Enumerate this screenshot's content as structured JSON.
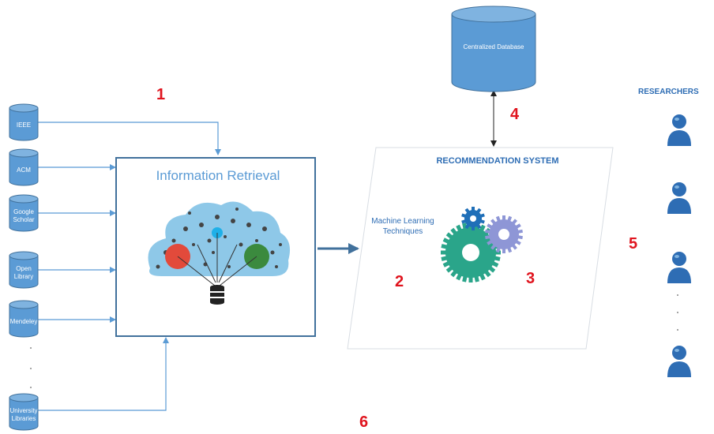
{
  "sources": [
    {
      "label": "IEEE"
    },
    {
      "label": "ACM"
    },
    {
      "label": "Google Scholar"
    },
    {
      "label": "Open Library"
    },
    {
      "label": "Mendeley"
    },
    {
      "label": "University Libraries"
    }
  ],
  "information_retrieval": {
    "title": "Information Retrieval"
  },
  "centralized_db": {
    "label": "Centralized Database"
  },
  "recommendation_system": {
    "title": "RECOMMENDATION SYSTEM",
    "ml_label": "Machine Learning Techniques"
  },
  "researchers": {
    "label": "RESEARCHERS"
  },
  "step_numbers": [
    "1",
    "2",
    "3",
    "4",
    "5",
    "6"
  ],
  "colors": {
    "db_blue": "#5b9bd5",
    "box_border": "#41719c",
    "step_red": "#e0141e",
    "gear_green": "#2aa58a",
    "gear_blue": "#1f6fb8",
    "gear_lavender": "#8e96d6",
    "person_blue": "#2e6db4"
  },
  "icons": [
    "database-icon",
    "cloud-network-icon",
    "gears-icon",
    "person-icon"
  ]
}
